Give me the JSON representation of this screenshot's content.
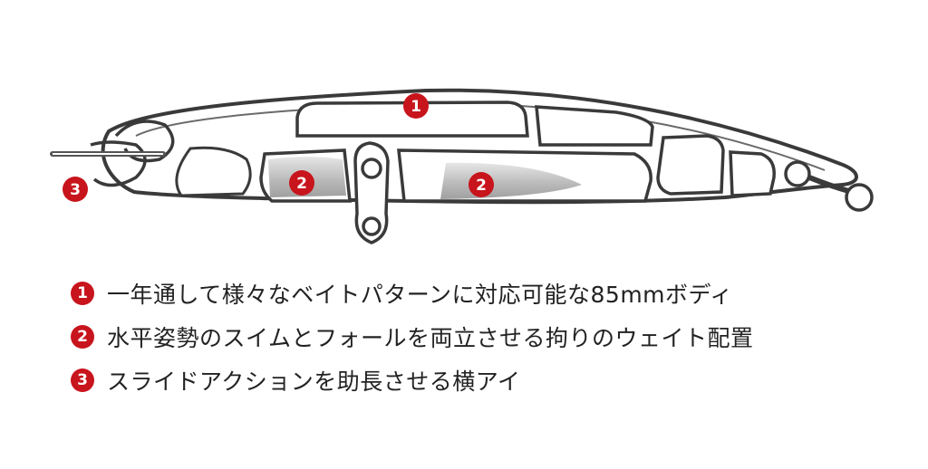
{
  "diagram": {
    "callouts": [
      {
        "number": "1",
        "target": "body-frame"
      },
      {
        "number": "2",
        "target": "front-weight"
      },
      {
        "number": "2",
        "target": "rear-weight"
      },
      {
        "number": "3",
        "target": "side-line-eye"
      }
    ]
  },
  "legend": {
    "items": [
      {
        "number": "1",
        "text": "一年通して様々なベイトパターンに対応可能な85mmボディ"
      },
      {
        "number": "2",
        "text": "水平姿勢のスイムとフォールを両立させる拘りのウェイト配置"
      },
      {
        "number": "3",
        "text": "スライドアクションを助長させる横アイ"
      }
    ]
  },
  "colors": {
    "accent": "#c8141c",
    "outline": "#3a3a3a",
    "weight_fill": "#b8b8b8",
    "text": "#222222"
  }
}
